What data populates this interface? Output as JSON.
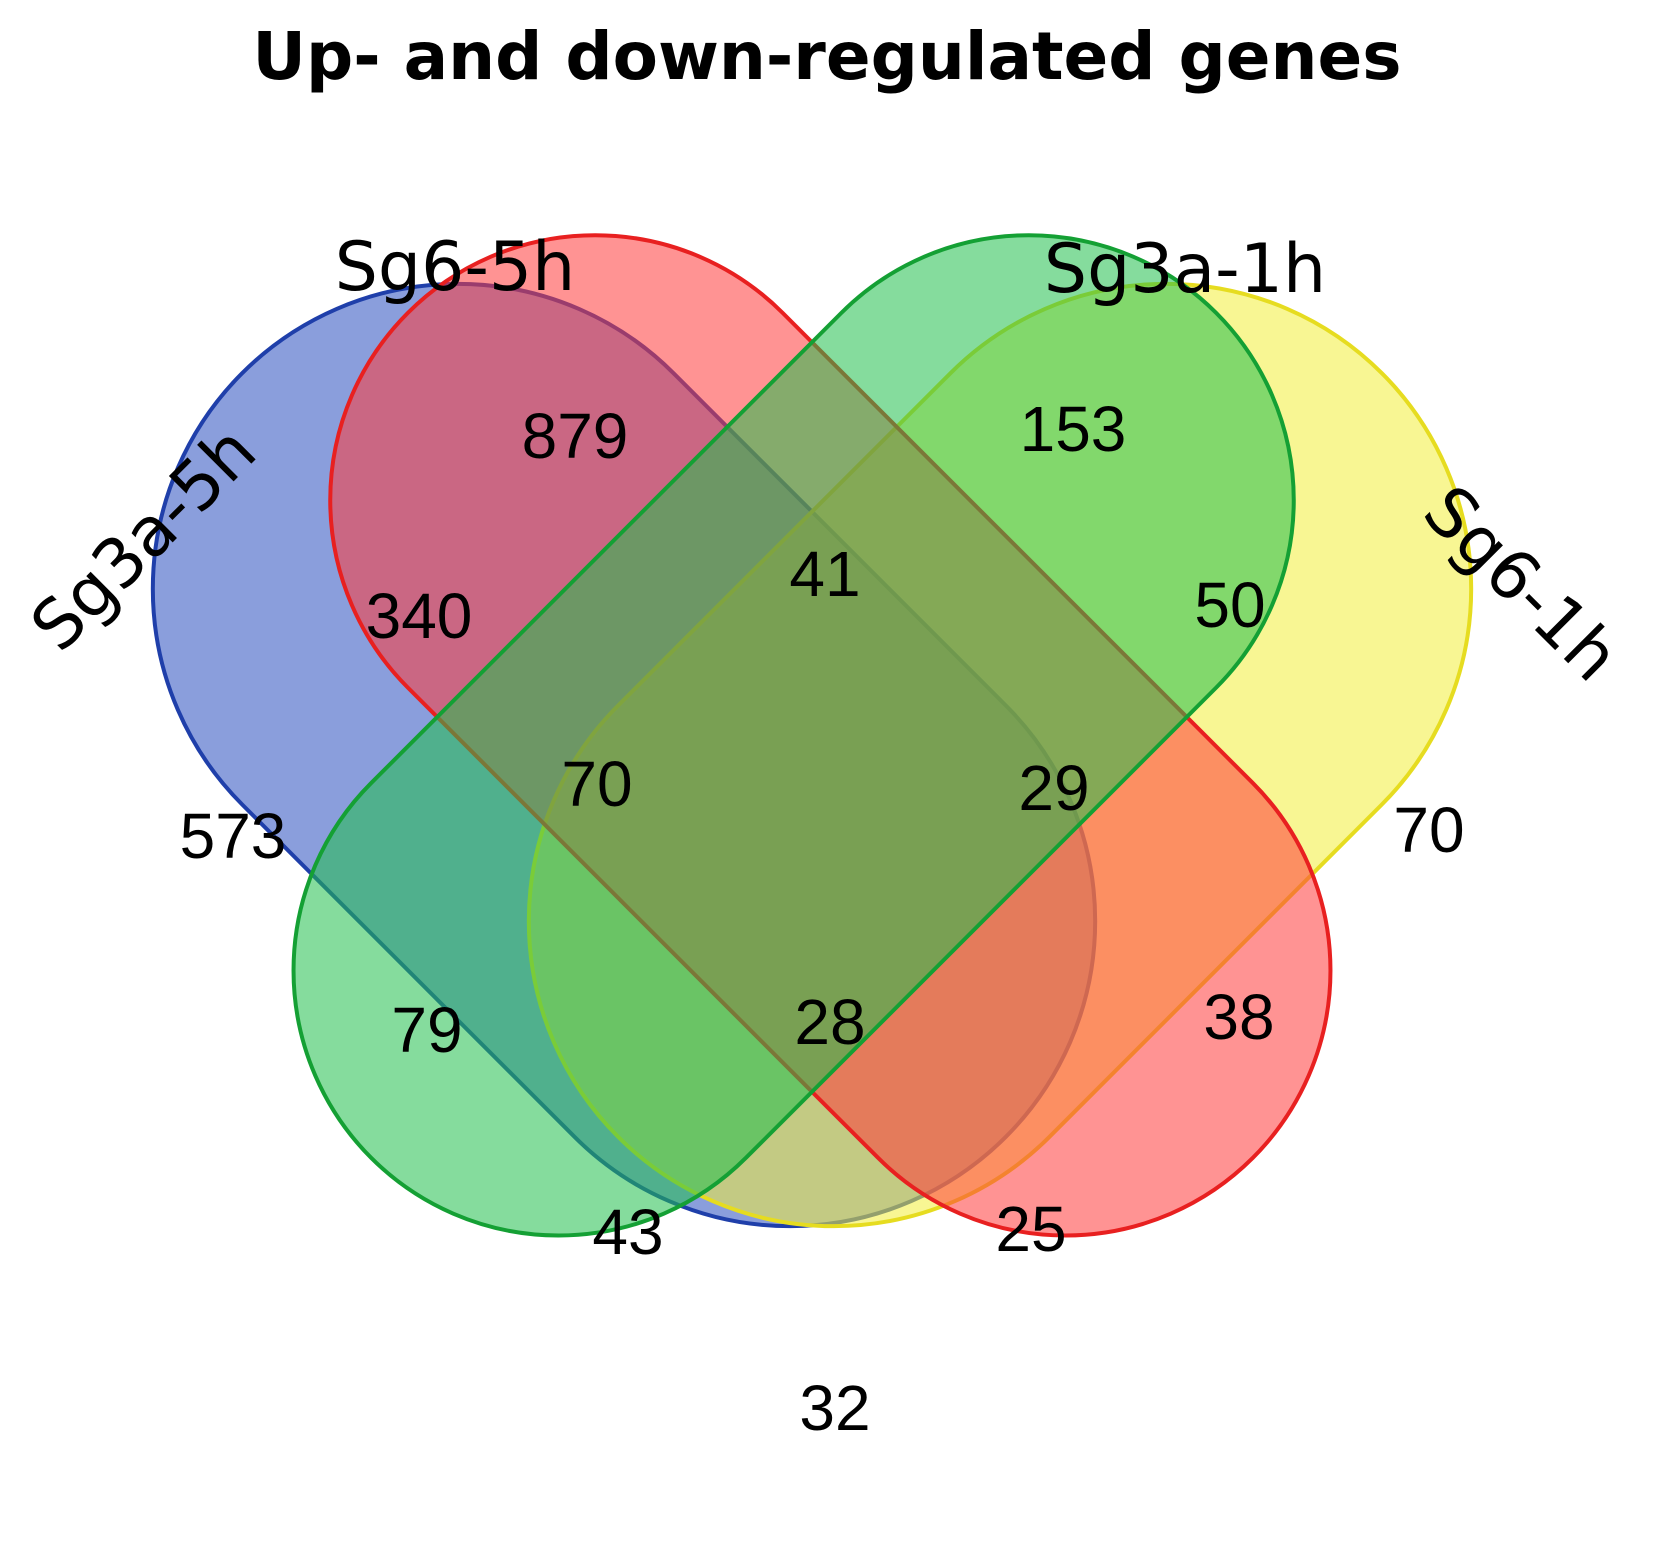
{
  "title": "Up- and down-regulated genes",
  "sets": [
    {
      "name": "Sg3a-5h",
      "color": "#2a4fbf",
      "stroke": "#1f3faa"
    },
    {
      "name": "Sg6-5h",
      "color": "#ff3b3b",
      "stroke": "#e82020"
    },
    {
      "name": "Sg3a-1h",
      "color": "#21c04c",
      "stroke": "#14a034"
    },
    {
      "name": "Sg6-1h",
      "color": "#f3ee3a",
      "stroke": "#e6dc20"
    }
  ],
  "regions": {
    "sg6_5h_only": "879",
    "sg3a_1h_only": "153",
    "sg3a_5h_only": "573",
    "sg6_1h_only": "70",
    "sg3a_5h_sg6_5h": "340",
    "sg6_5h_sg3a_1h": "41",
    "sg3a_1h_sg6_1h": "50",
    "sg3a_5h_sg6_5h_sg3a_1h": "70",
    "sg6_5h_sg3a_1h_sg6_1h": "29",
    "sg3a_5h_sg3a_1h": "79",
    "all_four": "28",
    "sg6_5h_sg6_1h": "38",
    "sg3a_5h_sg3a_1h_sg6_1h": "43",
    "sg3a_5h_sg6_5h_sg6_1h": "25",
    "sg3a_5h_sg6_1h": "32"
  }
}
